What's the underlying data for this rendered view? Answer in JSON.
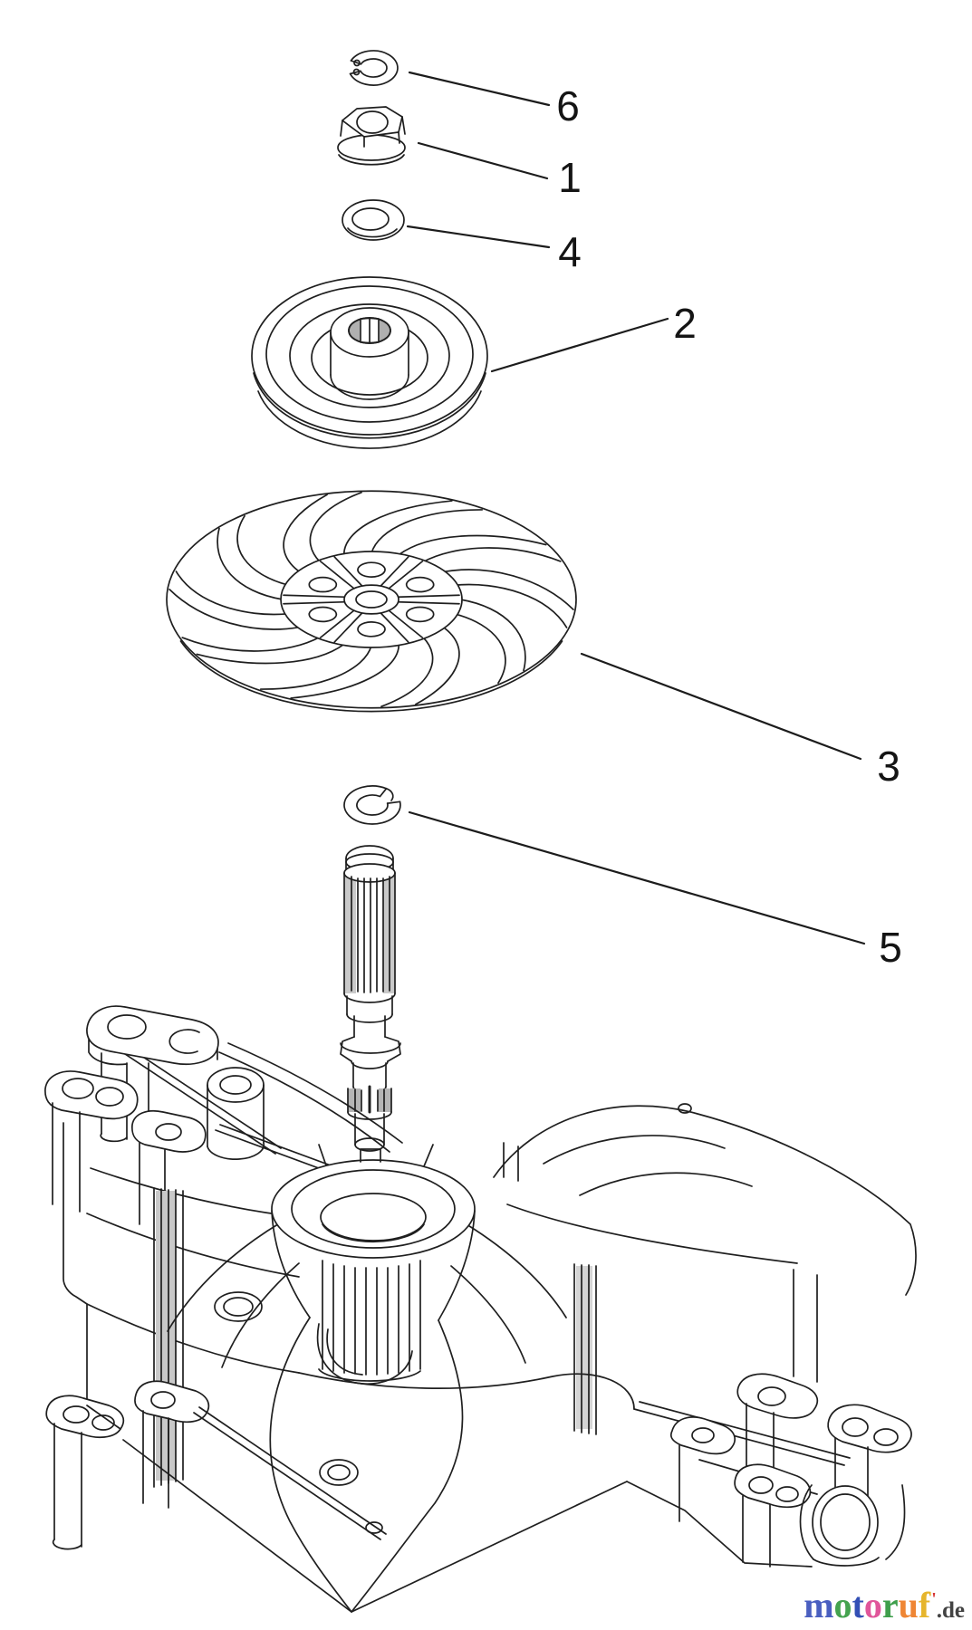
{
  "diagram": {
    "line_color": "#1f1f1f",
    "callouts": [
      {
        "number": "6"
      },
      {
        "number": "1"
      },
      {
        "number": "4"
      },
      {
        "number": "2"
      },
      {
        "number": "3"
      },
      {
        "number": "5"
      }
    ]
  },
  "watermark": {
    "letters": [
      {
        "char": "m",
        "color": "#4a5fc0"
      },
      {
        "char": "o",
        "color": "#44a34f"
      },
      {
        "char": "t",
        "color": "#3350b5"
      },
      {
        "char": "o",
        "color": "#e0559a"
      },
      {
        "char": "r",
        "color": "#3f9f4c"
      },
      {
        "char": "u",
        "color": "#ef8634"
      },
      {
        "char": "f",
        "color": "#e6b52c"
      },
      {
        "char": "'",
        "color": "#d63333"
      }
    ],
    "suffix": ".de",
    "suffix_color": "#434343"
  }
}
